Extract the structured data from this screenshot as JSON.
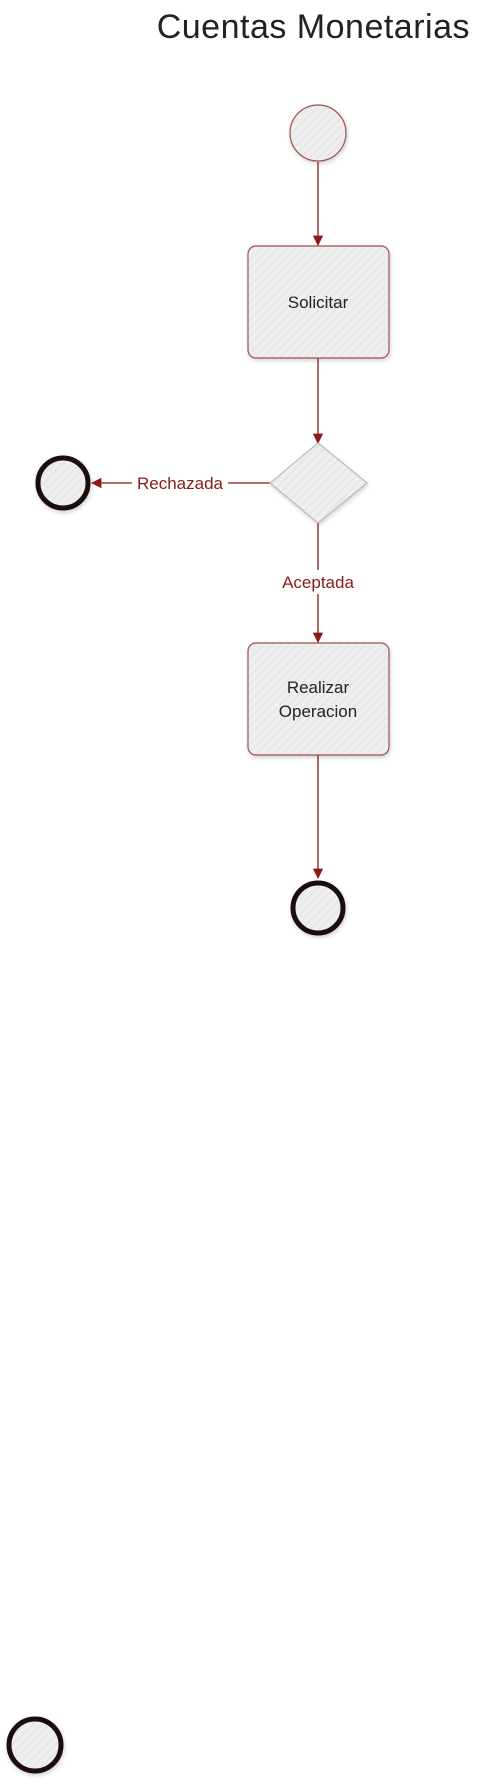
{
  "title": "Cuentas Monetarias",
  "nodes": {
    "solicitar": {
      "label": "Solicitar"
    },
    "realizar": {
      "label_line1": "Realizar",
      "label_line2": "Operacion"
    }
  },
  "edges": {
    "rechazada": {
      "label": "Rechazada"
    },
    "aceptada": {
      "label": "Aceptada"
    }
  },
  "colors": {
    "edge": "#8b1a1a",
    "node_fill": "#eeeeee",
    "node_stroke": "#a05050",
    "end_stroke": "#1a0a0a"
  }
}
